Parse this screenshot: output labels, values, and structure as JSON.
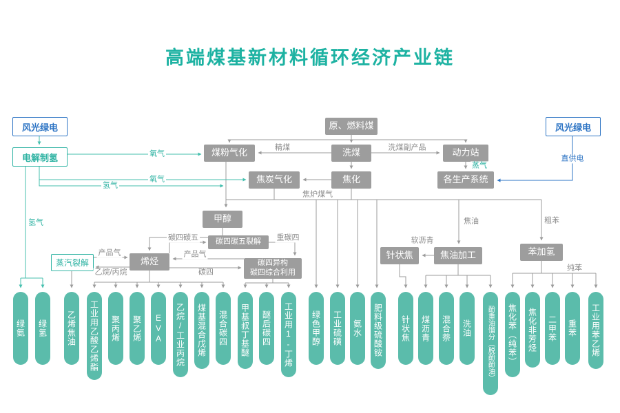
{
  "title": "高端煤基新材料循环经济产业链",
  "colors": {
    "teal": "#2fb3a3",
    "blue": "#2d74c4",
    "gray_box": "#9d9d9d",
    "capsule": "#5bbcab",
    "label_gray": "#8a8a8a"
  },
  "power": {
    "wind_solar_left": "风光绿电",
    "wind_solar_right": "风光绿电",
    "electrolysis": "电解制氢"
  },
  "nodes": {
    "raw_coal": "原、燃料煤",
    "coal_gasification": "煤粉气化",
    "coal_washing": "洗煤",
    "power_station": "动力站",
    "coke_gasification": "焦炭气化",
    "coking": "焦化",
    "production_systems": "各生产系统",
    "methanol": "甲醇",
    "c4c5_cracking": "碳四碳五裂解",
    "olefins": "烯烃",
    "steam_cracking": "蒸汽裂解",
    "c4_utilization": "碳四异构\n碳四综合利用",
    "needle_coke": "针状焦",
    "tar_processing": "焦油加工",
    "benzene_hydrogenation": "苯加氢"
  },
  "edge_labels": {
    "refined_coal": "精煤",
    "washing_byproduct": "洗煤副产品",
    "steam": "蒸气",
    "oxygen_1": "氧气",
    "oxygen_2": "氧气",
    "hydrogen_1": "氢气",
    "hydrogen_2": "氢气",
    "coke_oven_gas": "焦炉煤气",
    "tar": "焦油",
    "soft_pitch": "软沥青",
    "crude_benzene": "粗苯",
    "product_gas_1": "产品气",
    "product_gas_2": "产品气",
    "ethane_propane": "乙烷/丙烷",
    "c4": "碳四",
    "c4c5": "碳四碳五",
    "heavy_c4": "重碳四",
    "pure_benzene": "纯苯",
    "direct_power": "直供电"
  },
  "products": [
    {
      "label": "绿氨"
    },
    {
      "label": "绿氢"
    },
    {
      "label": "乙烯焦油"
    },
    {
      "label": "工业用乙酸乙烯酯"
    },
    {
      "label": "聚丙烯"
    },
    {
      "label": "聚乙烯"
    },
    {
      "label": "EVA"
    },
    {
      "label": "乙烷/工业丙烷"
    },
    {
      "label": "煤基混合戊烯"
    },
    {
      "label": "混合碳四"
    },
    {
      "label": "甲基叔丁基醚"
    },
    {
      "label": "醚后碳四"
    },
    {
      "label": "工业用1-丁烯"
    },
    {
      "label": "绿色甲醇"
    },
    {
      "label": "工业硫磺"
    },
    {
      "label": "氨水"
    },
    {
      "label": "肥料级硫酸铵"
    },
    {
      "label": "针状焦"
    },
    {
      "label": "煤沥青"
    },
    {
      "label": "混合萘"
    },
    {
      "label": "洗油"
    },
    {
      "label": "酚重油馏分（脱酚酚油）"
    },
    {
      "label": "焦化苯（纯苯）"
    },
    {
      "label": "焦化非芳烃"
    },
    {
      "label": "二甲苯"
    },
    {
      "label": "重苯"
    },
    {
      "label": "工业用苯乙烯"
    }
  ]
}
